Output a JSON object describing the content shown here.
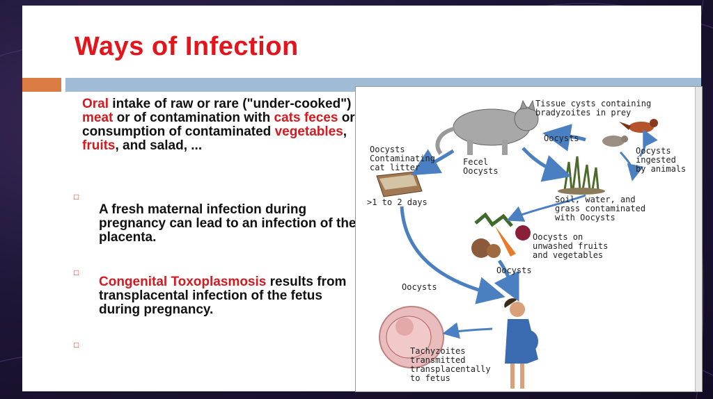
{
  "slide": {
    "title": "Ways of Infection",
    "paragraphs": [
      {
        "segments": [
          {
            "text": "Oral",
            "red": true
          },
          {
            "text": " intake of      raw or rare (\"under-cooked\") ",
            "red": false
          },
          {
            "text": "meat",
            "red": true
          },
          {
            "text": "  or of  contamination with ",
            "red": false
          },
          {
            "text": "cats feces",
            "red": true
          },
          {
            "text": " or  consumption of contaminated ",
            "red": false
          },
          {
            "text": "vegetables",
            "red": true
          },
          {
            "text": ", ",
            "red": false
          },
          {
            "text": "fruits",
            "red": true
          },
          {
            "text": ", and salad, ...",
            "red": false
          }
        ]
      },
      {
        "segments": [
          {
            "text": "A fresh maternal infection during pregnancy can lead to an infection of the placenta.",
            "red": false
          }
        ]
      },
      {
        "segments": [
          {
            "text": "Congenital Toxoplasmosis",
            "red": true
          },
          {
            "text": " results from transplacental infection of the fetus during pregnancy.",
            "red": false
          }
        ]
      }
    ],
    "bullet_glyph": "□"
  },
  "diagram": {
    "labels": {
      "tissue_cysts": "Tissue cysts containing\nbradyzoites in prey",
      "oocysts_top": "Oocysts",
      "oocysts_ingested": "Oocysts\ningested\nby animals",
      "oocysts_litter": "Oocysts\nContaminating\ncat litter",
      "fecel": "Fecel\nOocysts",
      "soil": "Soil, water, and\ngrass contaminated\nwith Oocysts",
      "days": ">1 to 2 days",
      "unwashed": "Oocysts on\nunwashed fruits\nand vegetables",
      "oocysts_mid": "Oocysts",
      "oocysts_left": "Oocysts",
      "tachyzoites": "Tachyzoites\ntransmitted\ntransplacentally\nto fetus"
    }
  }
}
